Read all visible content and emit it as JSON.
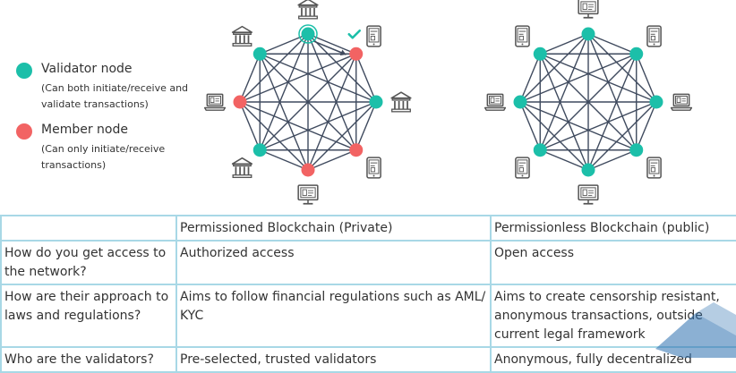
{
  "legend": {
    "validator_title": "Validator node",
    "validator_desc": "(Can both initiate/receive and validate transactions)",
    "member_title": "Member node",
    "member_desc": "(Can only initiate/receive transactions)"
  },
  "colors": {
    "validator": "#1cbfa9",
    "member": "#f26363",
    "edge": "#3f4a5e",
    "border": "#a8d8e6"
  },
  "diagrams": {
    "private": {
      "nodes": [
        "validator",
        "member",
        "validator",
        "member",
        "member",
        "validator",
        "member",
        "validator"
      ],
      "icons": [
        "bank",
        "mobile",
        "bank",
        "mobile",
        "monitor",
        "bank",
        "laptop",
        "bank"
      ],
      "highlight": "validated transaction from top validator to member (checkmark)"
    },
    "public": {
      "nodes": [
        "validator",
        "validator",
        "validator",
        "validator",
        "validator",
        "validator",
        "validator",
        "validator"
      ],
      "icons": [
        "monitor",
        "mobile",
        "laptop",
        "mobile",
        "monitor",
        "mobile",
        "laptop",
        "mobile"
      ]
    }
  },
  "table": {
    "headers": [
      "",
      "Permissioned Blockchain (Private)",
      "Permissionless Blockchain (public)"
    ],
    "rows": [
      [
        "How do you get access to the network?",
        "Authorized access",
        "Open access"
      ],
      [
        "How are their approach to laws and regulations?",
        "Aims to follow financial regulations such as AML/ KYC",
        "Aims to create censorship resistant, anonymous transactions, outside current legal framework"
      ],
      [
        "Who are the validators?",
        "Pre-selected, trusted validators",
        "Anonymous, fully decentralized"
      ]
    ]
  }
}
